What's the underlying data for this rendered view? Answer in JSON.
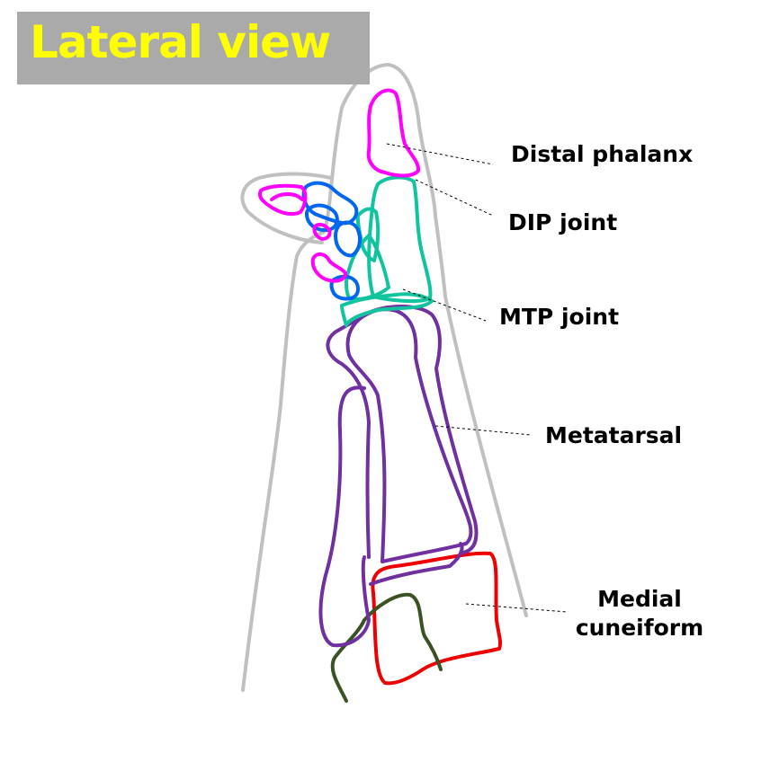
{
  "title": {
    "text": "Lateral view",
    "text_color": "#ffff00",
    "background_color": "#aaaaaa"
  },
  "labels": {
    "distal_phalanx": "Distal phalanx",
    "dip_joint": "DIP joint",
    "mtp_joint": "MTP joint",
    "metatarsal": "Metatarsal",
    "medial_cuneiform": [
      "Medial",
      "cuneiform"
    ]
  },
  "colors": {
    "outline": "#c0c0c0",
    "distal_phalanx": "#ff00ff",
    "middle_phalanx": "#0066ee",
    "proximal_phalanx": "#11c4a0",
    "metatarsal": "#7030a0",
    "medial_cuneiform": "#ee0000",
    "adjacent_bone": "#3b5323",
    "leader_line": "#000000"
  }
}
